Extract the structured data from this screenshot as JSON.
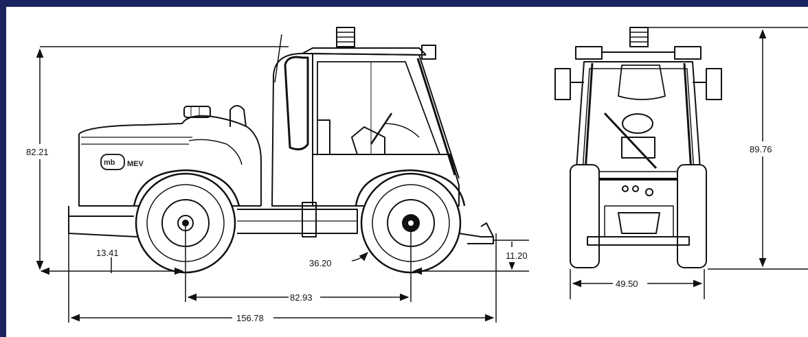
{
  "colors": {
    "border": "#1c2460",
    "background": "#ffffff",
    "line": "#111111"
  },
  "dimensions": {
    "side_height": "82.21",
    "overhang_front": "13.41",
    "turning_radius": "36.20",
    "hitch_height": "11.20",
    "wheelbase": "82.93",
    "overall_length": "156.78",
    "front_height": "89.76",
    "track_width": "49.50"
  },
  "logo": {
    "mark": "mb",
    "text": "MEV"
  }
}
